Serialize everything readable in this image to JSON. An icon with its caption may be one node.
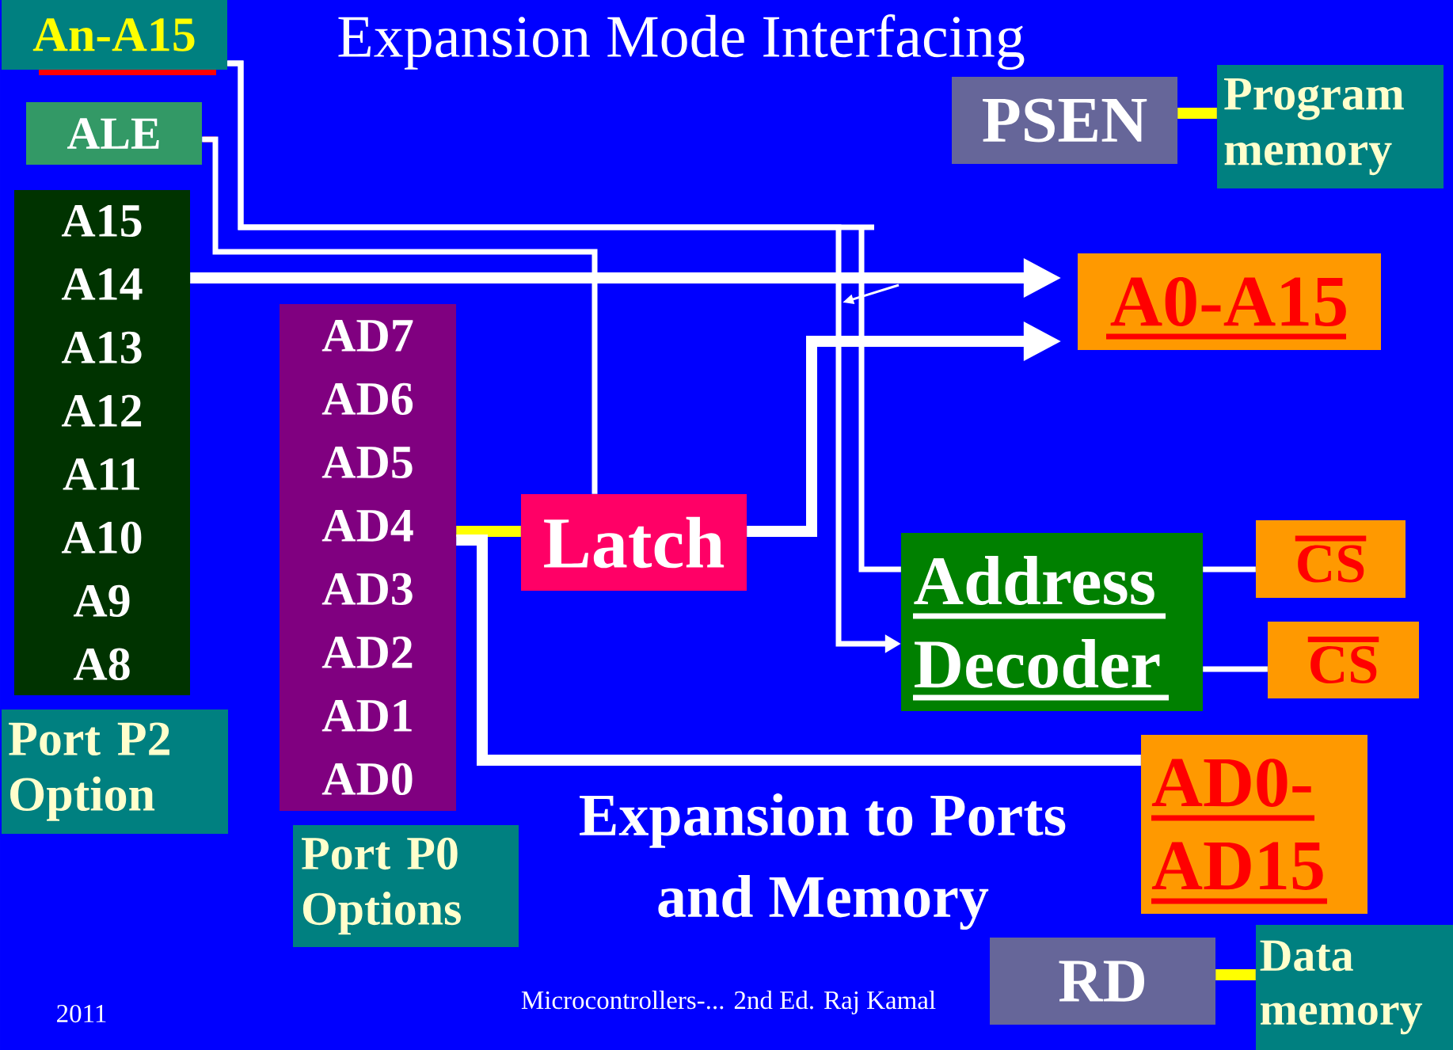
{
  "diagram": {
    "title": "Expansion Mode Interfacing",
    "nodes": [
      {
        "text": [
          "An-A15"
        ]
      },
      {
        "text": [
          "PSEN"
        ]
      },
      {
        "text": [
          "Program memory"
        ]
      },
      {
        "text": [
          "ALE"
        ]
      },
      {
        "text": [
          "A15",
          "A14",
          "A13",
          "A12",
          "A11",
          "A10",
          "A9",
          "A8"
        ]
      },
      {
        "text": [
          "A0-A15"
        ]
      },
      {
        "text": [
          "AD7",
          "AD6",
          "AD5",
          "AD4",
          "AD3",
          "AD2",
          "AD1",
          "AD0"
        ]
      },
      {
        "text": [
          "Latch"
        ]
      },
      {
        "text": [
          "Address Decoder"
        ]
      },
      {
        "text": [
          "CS"
        ]
      },
      {
        "text": [
          "CS"
        ]
      },
      {
        "text": [
          "Port P2 Option"
        ]
      },
      {
        "text": [
          "AD0-AD15"
        ]
      },
      {
        "text": [
          "Port P0 Options"
        ]
      },
      {
        "text": [
          "RD"
        ]
      },
      {
        "text": [
          "Data memory"
        ]
      }
    ],
    "edges": [
      {
        "from": 0,
        "to": 8,
        "arrow": "none"
      },
      {
        "from": 0,
        "to": 8,
        "arrow": "to"
      },
      {
        "from": 4,
        "to": 5,
        "arrow": "to"
      },
      {
        "from": 3,
        "to": 7,
        "arrow": "none"
      },
      {
        "from": 6,
        "to": 7,
        "arrow": "none",
        "color": "#ffff00"
      },
      {
        "from": 7,
        "to": 5,
        "arrow": "to"
      },
      {
        "from": 6,
        "to": 12,
        "arrow": "none"
      },
      {
        "from": 1,
        "to": 2,
        "arrow": "none",
        "color": "#ffff00"
      },
      {
        "from": 8,
        "to": 9,
        "arrow": "none"
      },
      {
        "from": 8,
        "to": 10,
        "arrow": "none"
      },
      {
        "from": 14,
        "to": 15,
        "arrow": "none",
        "color": "#ffff00"
      }
    ],
    "labels": [
      "Expansion to Ports and Memory",
      "2011",
      "Microcontrollers-... 2nd Ed. Raj Kamal"
    ]
  }
}
